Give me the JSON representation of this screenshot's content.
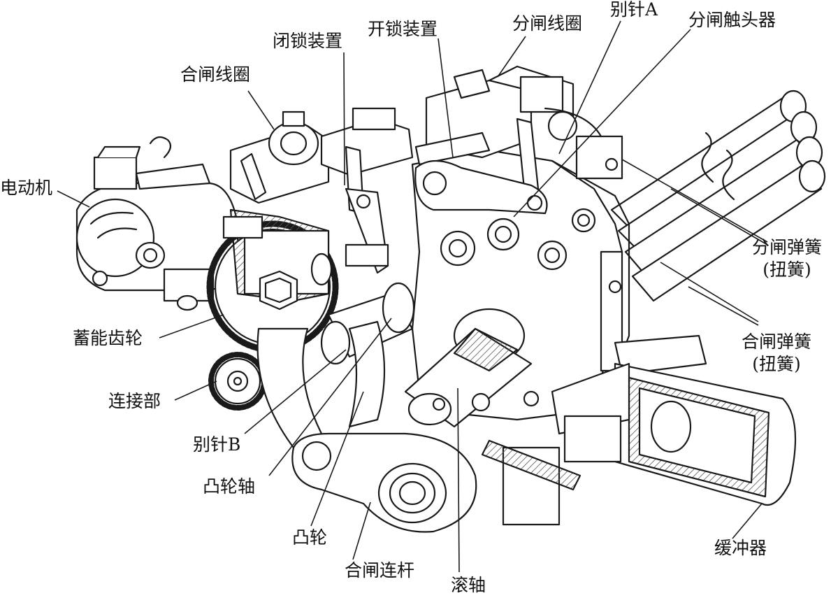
{
  "labels": {
    "motor": "电动机",
    "close_coil": "合闸线圈",
    "lock_device": "闭锁装置",
    "unlock_device": "开锁装置",
    "open_coil": "分闸线圈",
    "pin_a": "别针A",
    "open_trigger": "分闸触头器",
    "open_spring_1": "分闸弹簧",
    "open_spring_2": "(扭簧)",
    "close_spring_1": "合闸弹簧",
    "close_spring_2": "(扭簧)",
    "storage_gear": "蓄能齿轮",
    "connector": "连接部",
    "pin_b": "别针B",
    "cam_shaft": "凸轮轴",
    "cam": "凸轮",
    "close_link": "合闸连杆",
    "roller_shaft": "滚轴",
    "buffer": "缓冲器"
  },
  "colors": {
    "line": "#1a1a1a",
    "paper": "#ffffff",
    "hatch": "#555555",
    "text": "#111111"
  }
}
